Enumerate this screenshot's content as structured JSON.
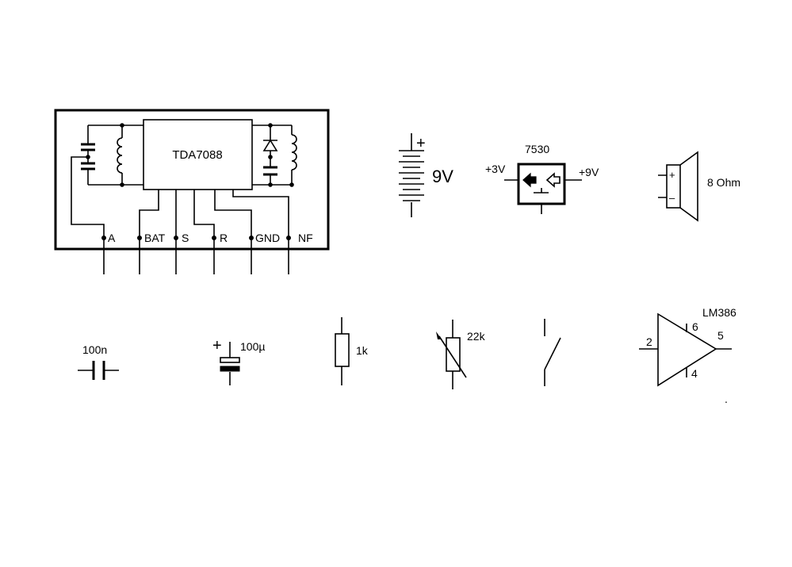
{
  "radio_module": {
    "ic_label": "TDA7088",
    "pins": [
      "A",
      "BAT",
      "S",
      "R",
      "GND",
      "NF"
    ]
  },
  "battery": {
    "plus": "+",
    "label": "9V"
  },
  "regulator": {
    "label": "7530",
    "input": "+3V",
    "output": "+9V"
  },
  "speaker": {
    "plus": "+",
    "minus": "–",
    "label": "8 Ohm"
  },
  "capacitor": {
    "label": "100n"
  },
  "electrolytic": {
    "plus": "+",
    "label": "100µ"
  },
  "resistor": {
    "label": "1k"
  },
  "potentiometer": {
    "label": "22k"
  },
  "amplifier": {
    "label": "LM386",
    "pin_in": "2",
    "pin_top": "6",
    "pin_out": "5",
    "pin_bottom": "4"
  },
  "stray_mark": "."
}
